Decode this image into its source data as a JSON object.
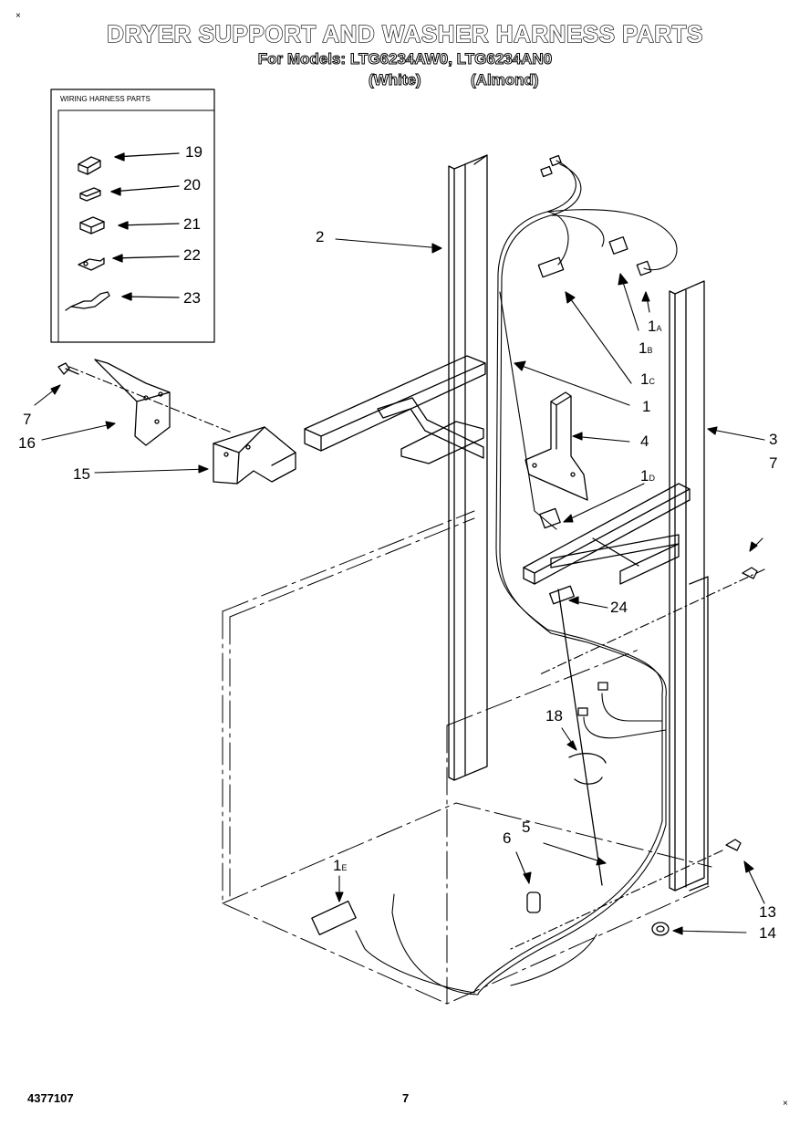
{
  "header": {
    "title": "DRYER SUPPORT AND WASHER HARNESS PARTS",
    "models_line": "For Models: LTG6234AW0, LTG6234AN0",
    "variant_white": "(White)",
    "variant_almond": "(Almond)"
  },
  "corner_marks": {
    "top_left": "×",
    "bottom_right": "×"
  },
  "inset_box": {
    "title": "WIRING HARNESS PARTS"
  },
  "callouts": {
    "n19": "19",
    "n20": "20",
    "n21": "21",
    "n22": "22",
    "n23": "23",
    "n2": "2",
    "n1": "1",
    "n1a": "1",
    "n1a_sub": "A",
    "n1b": "1",
    "n1b_sub": "B",
    "n1c": "1",
    "n1c_sub": "C",
    "n1d": "1",
    "n1d_sub": "D",
    "n1e": "1",
    "n1e_sub": "E",
    "n3": "3",
    "n4": "4",
    "n7a": "7",
    "n7b": "7",
    "n16": "16",
    "n15": "15",
    "n24": "24",
    "n18": "18",
    "n5": "5",
    "n6": "6",
    "n13": "13",
    "n14": "14"
  },
  "footer": {
    "doc_number": "4377107",
    "page_number": "7"
  },
  "colors": {
    "ink": "#000000",
    "paper": "#ffffff"
  }
}
